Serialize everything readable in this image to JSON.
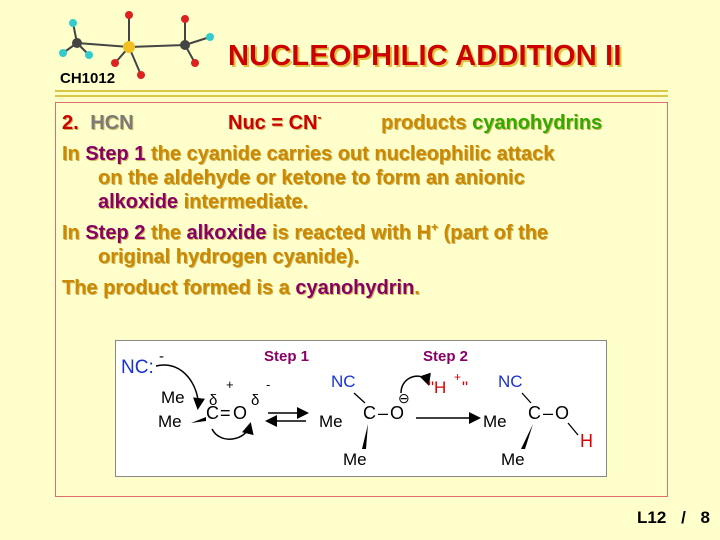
{
  "header": {
    "course_code": "CH1012",
    "title": "NUCLEOPHILIC ADDITION II"
  },
  "item": {
    "number": "2.",
    "reagent": "HCN",
    "nuc_label": "Nuc = CN",
    "nuc_charge": "-",
    "products_label": "products",
    "products_value": "cyanohydrins"
  },
  "step1": {
    "intro": "In",
    "step": "Step 1",
    "text1": "the cyanide carries out nucleophilic attack",
    "text2": "on the aldehyde or ketone to form an anionic",
    "kw": "alkoxide",
    "text3": "intermediate."
  },
  "step2": {
    "intro": "In",
    "step": "Step 2",
    "text1": "the",
    "kw": "alkoxide",
    "text2": "is reacted with H",
    "charge": "+",
    "text3": "(part of the",
    "text4": "original hydrogen cyanide)."
  },
  "product": {
    "text": "The product formed is a",
    "kw": "cyanohydrin",
    "period": "."
  },
  "scheme": {
    "step1_label": "Step 1",
    "step2_label": "Step 2",
    "nc_anion": "NC:",
    "minus": "-",
    "me": "Me",
    "delta_plus": "δ",
    "plus": "+",
    "delta_minus": "δ",
    "c": "C",
    "eq": "=",
    "o": "O",
    "nc": "NC",
    "dash": "–",
    "h_plus": "\"H",
    "h_plus_charge": "+",
    "h_quote": "\"",
    "h": "H",
    "neg": "⊖"
  },
  "footer": {
    "lecture": "L12",
    "sep": "/",
    "page": "8"
  },
  "colors": {
    "background": "#ffffcc",
    "title": "#cc0000",
    "gold": "#cc8800",
    "purple": "#880066",
    "green": "#33aa00",
    "scheme_blue": "#1a33cc",
    "scheme_red": "#dd0000"
  }
}
